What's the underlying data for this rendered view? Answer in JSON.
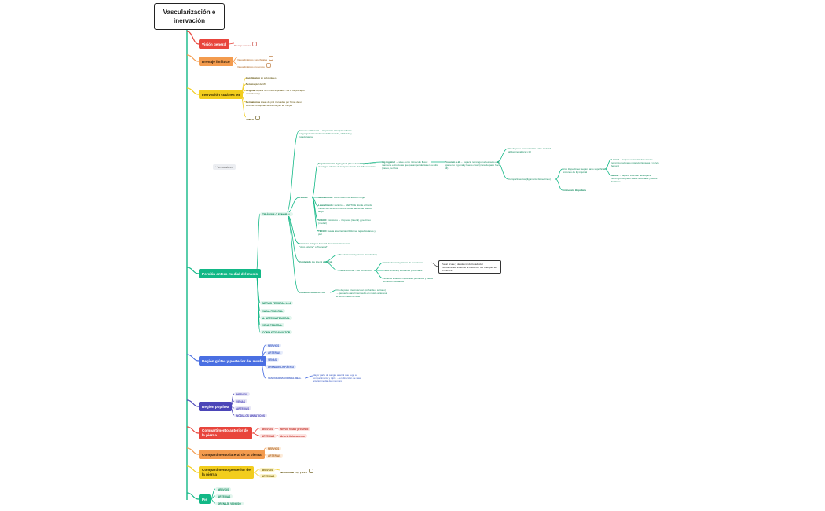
{
  "title": "Vascularización e inervación",
  "collapsed_tag": "^^ en ocasiones",
  "colors": {
    "green": "#12b886",
    "red": "#e8453c",
    "orange": "#f39b4e",
    "yellow": "#f2cd1d",
    "blue": "#4a6fe2",
    "indigo": "#4b45b8"
  },
  "branches": {
    "vision": {
      "label": "Visión general",
      "child": "Drenaje venoso"
    },
    "linf": {
      "label": "Drenaje linfático",
      "children": [
        "Vasos linfáticos superficiales",
        "Vasos linfáticos profundos"
      ]
    },
    "cut": {
      "label": "Inervación cutánea MI",
      "items": [
        {
          "b": "Localización",
          "t": " tej subcutáneo"
        },
        {
          "b": "Nervios",
          "t": " piel de MI"
        },
        {
          "b": "Originan",
          "t": " a partir de ramos espinales T12 a S3 (excepto dermatomas)"
        },
        {
          "b": "Dermatomas",
          "t": " áreas de piel inervadas por fibras de un solo nervio espinal; se distribuyen en franjas"
        },
        {
          "b": "TABLA",
          "t": ""
        }
      ]
    },
    "fem": {
      "label": "Porción antero-medial del muslo",
      "sub": "TRIÁNGULO FEMORAL",
      "espacio": "Espacio subfascial → Depresión triangular inferior a lig inguinal cuando muslo flexionado, abducido y rotado lateral",
      "limites_label": "Límites",
      "limites": [
        {
          "b": "Superiormente:",
          "t": " lig inguinal (base del triángulo) - forma el margen inferior de la aponeurosis del oblicuo externo"
        },
        {
          "b": "Medialmente:",
          "t": " borde lateral de aductor largo"
        },
        {
          "b": "Lateralmente:",
          "t": " sartorio → VÉRTICE donde el borde medial del sartorio cruza el borde lateral del aductor largo"
        },
        {
          "b": "SUELO:",
          "t": " músculos → iliopsoas (lateral) y pectíneo (medial)"
        },
        {
          "b": "TECHO:",
          "t": " fascia lata, fascia cribiforme, tej subcutáneo y piel"
        }
      ],
      "lig": {
        "b": "Lig inguinal",
        "t": " → sirve como retináculo flexor: mantiene estructuras que pasan por detrás en su sitio (vasos, nervios)"
      },
      "prof": {
        "b": "Profundo a él",
        "t": " → espacio retroinguinal: espacio entre ligamento inguinal y hueso coxal (zona de paso hacia MI)"
      },
      "via": "Vía de paso comunicación entre cavidad abdominopélvica y MI",
      "compart": "Compartimentos (ligamento iliopectíneo)",
      "arco": "Arco iliopectíneo: separa arco superficial profundo de lig inguinal",
      "lat": {
        "b": "Lateral",
        "t": " → laguna muscular del espacio retroinguinal: paso músculo iliopsoas y nervio femoral"
      },
      "med": {
        "b": "Medial",
        "t": " → laguna vascular del espacio retroinguinal: paso vasos femorales y vasos linfáticos"
      },
      "eminencia": "Eminencia iliopúbica",
      "arco_femoral": "El arteria triángulo femoral denominación común \"Arco externo\" o \"Femoral\"",
      "contenido_label": "Contenido",
      "contenido_sub": "(de lateral a medial)",
      "nervio": "Nervio femoral y ramos (terminales)",
      "vaina": "Vaina femoral → su contención",
      "arteria": "Arteria femoral y ramas de sus ramos",
      "vena": "Vena femoral y tributarias proximales",
      "nodulos": "Nódulos linfáticos inguinales profundos y vasos linfáticos asociados",
      "nota": "Pasar bruce y desde conducto aductor inferiormente; incluirse la bisección del triángulo en un vértice",
      "conducto_label": "CONDUCTO ADUCTOR",
      "conducto": "Vía de paso intermuscular (profunda a sartorio) → pequeño canal intermedio en muslo atraviesa el tercio medio de este",
      "pills": [
        "NERVIO FEMORAL L2-4",
        "VAINA FEMORAL",
        "A. ARTERIA FEMORAL",
        "VENA FEMORAL",
        "CONDUCTO ADUCTOR"
      ]
    },
    "glutea": {
      "label": "Región glútea y posterior del muslo",
      "pills": [
        "NERVIOS",
        "ARTERIAS",
        "VENAS",
        "DRENAJE LINFÁTICO"
      ],
      "vasc": "VASCULARIZACIÓN GLOBAL",
      "vasc_text": "Mayor parte de sangre arterial que llega a compartimento y triple → en dirección de vasa anterior/medial del miembro"
    },
    "poplitea": {
      "label": "Región poplítea",
      "pills": [
        "NERVIOS",
        "VENAS",
        "ARTERIAS",
        "NÓDULOS LINFÁTICOS"
      ]
    },
    "anterior": {
      "label": "Compartimento anterior de la pierna",
      "pills": [
        "NERVIOS",
        "ARTERIAS"
      ],
      "sub": [
        "Nervio fibular profundo",
        "Arteria tibial anterior"
      ]
    },
    "lateral": {
      "label": "Compartimento lateral de la pierna",
      "pills": [
        "NERVIOS",
        "ARTERIAS"
      ]
    },
    "posterior": {
      "label": "Compartimento posterior de la pierna",
      "pills": [
        "NERVIOS",
        "ARTERIAS"
      ],
      "sub": "Nervio tibial L4,5 y S1-3"
    },
    "pie": {
      "label": "Pie",
      "pills": [
        "NERVIOS",
        "ARTERIAS",
        "DRENAJE VENOSO"
      ]
    }
  }
}
